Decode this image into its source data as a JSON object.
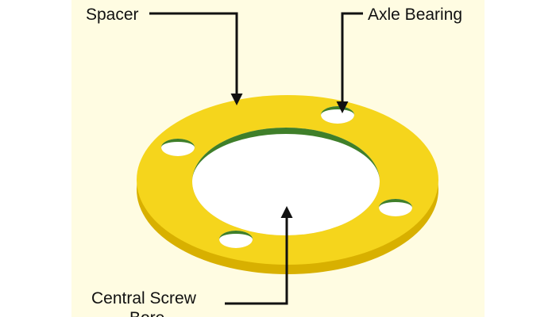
{
  "diagram": {
    "labels": {
      "spacer": "Spacer",
      "axle_bearing": "Axle Bearing",
      "central_screw_line1": "Central Screw",
      "central_screw_line2": "Bore"
    },
    "colors": {
      "page_background": "#ffffff",
      "panel_background": "#fffce2",
      "part_top": "#f5d51c",
      "part_edge": "#d8b000",
      "hole_wall": "#3f7f2a",
      "hole_fill": "#ffffff",
      "arrow": "#111111"
    }
  }
}
